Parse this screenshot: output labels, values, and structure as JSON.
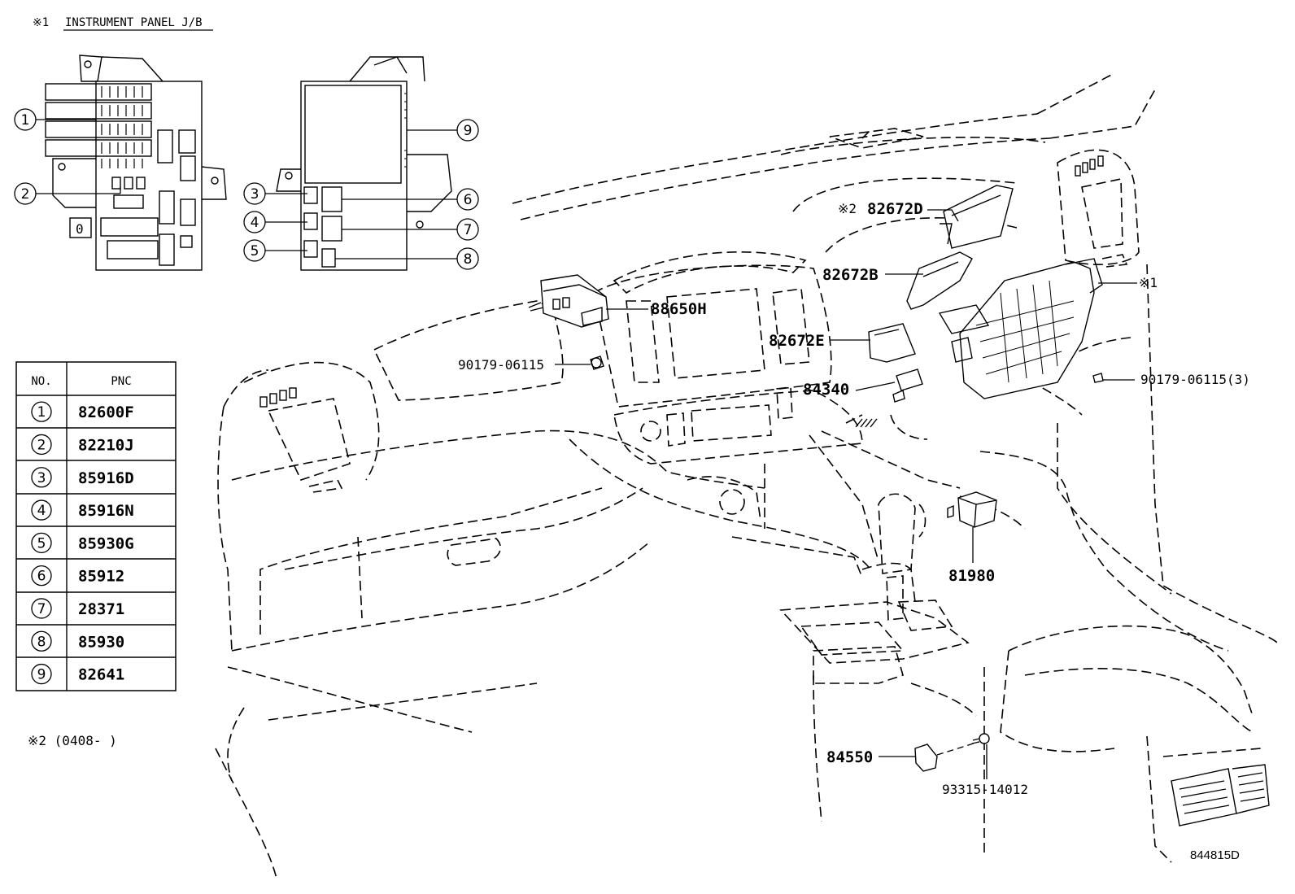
{
  "header": {
    "jb_note_mark": "※1",
    "jb_title": "INSTRUMENT PANEL J/B"
  },
  "table": {
    "col_no": "NO.",
    "col_pnc": "PNC",
    "rows": [
      {
        "no": "1",
        "pnc": "82600F"
      },
      {
        "no": "2",
        "pnc": "82210J"
      },
      {
        "no": "3",
        "pnc": "85916D"
      },
      {
        "no": "4",
        "pnc": "85916N"
      },
      {
        "no": "5",
        "pnc": "85930G"
      },
      {
        "no": "6",
        "pnc": "85912"
      },
      {
        "no": "7",
        "pnc": "28371"
      },
      {
        "no": "8",
        "pnc": "85930"
      },
      {
        "no": "9",
        "pnc": "82641"
      }
    ]
  },
  "footnote": "※2 (0408-    )",
  "callouts": {
    "c1": "1",
    "c2": "2",
    "c3": "3",
    "c4": "4",
    "c5": "5",
    "c6": "6",
    "c7": "7",
    "c8": "8",
    "c9": "9"
  },
  "jb_small_mark": "0",
  "parts": {
    "p82672D_prefix": "※2",
    "p82672D": "82672D",
    "p82672B": "82672B",
    "p82672E": "82672E",
    "p88650H": "88650H",
    "p84340": "84340",
    "p90179_left": "90179-06115",
    "p90179_right": "90179-06115(3)",
    "jb_ref": "※1",
    "p81980": "81980",
    "p84550": "84550",
    "p93315": "93315-14012"
  },
  "figure_id": "844815D"
}
